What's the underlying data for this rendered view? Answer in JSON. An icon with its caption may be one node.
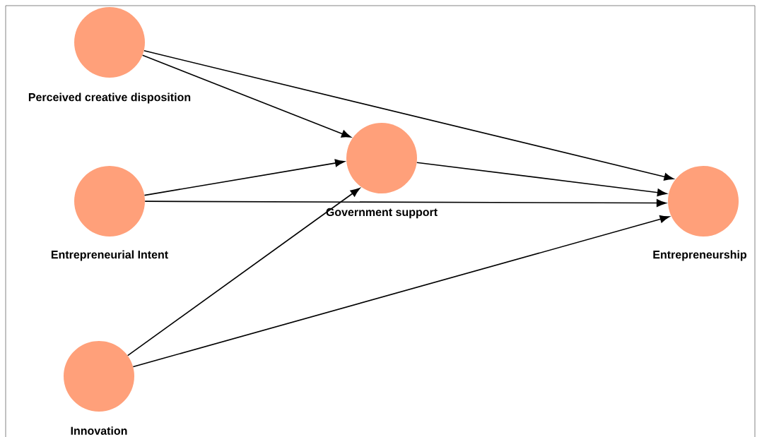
{
  "diagram": {
    "nodes": [
      {
        "text": [
          "Perceived creative disposition"
        ]
      },
      {
        "text": [
          "Entrepreneurial Intent"
        ]
      },
      {
        "text": [
          "Innovation"
        ]
      },
      {
        "text": [
          "Government support"
        ]
      },
      {
        "text": [
          "Entrepreneurship"
        ]
      }
    ],
    "edges": [
      {
        "from": 0,
        "to": 4,
        "arrow": "to"
      },
      {
        "from": 0,
        "to": 3,
        "arrow": "to"
      },
      {
        "from": 1,
        "to": 3,
        "arrow": "to"
      },
      {
        "from": 1,
        "to": 4,
        "arrow": "to"
      },
      {
        "from": 2,
        "to": 3,
        "arrow": "to"
      },
      {
        "from": 2,
        "to": 4,
        "arrow": "to"
      },
      {
        "from": 3,
        "to": 4,
        "arrow": "to"
      }
    ]
  }
}
